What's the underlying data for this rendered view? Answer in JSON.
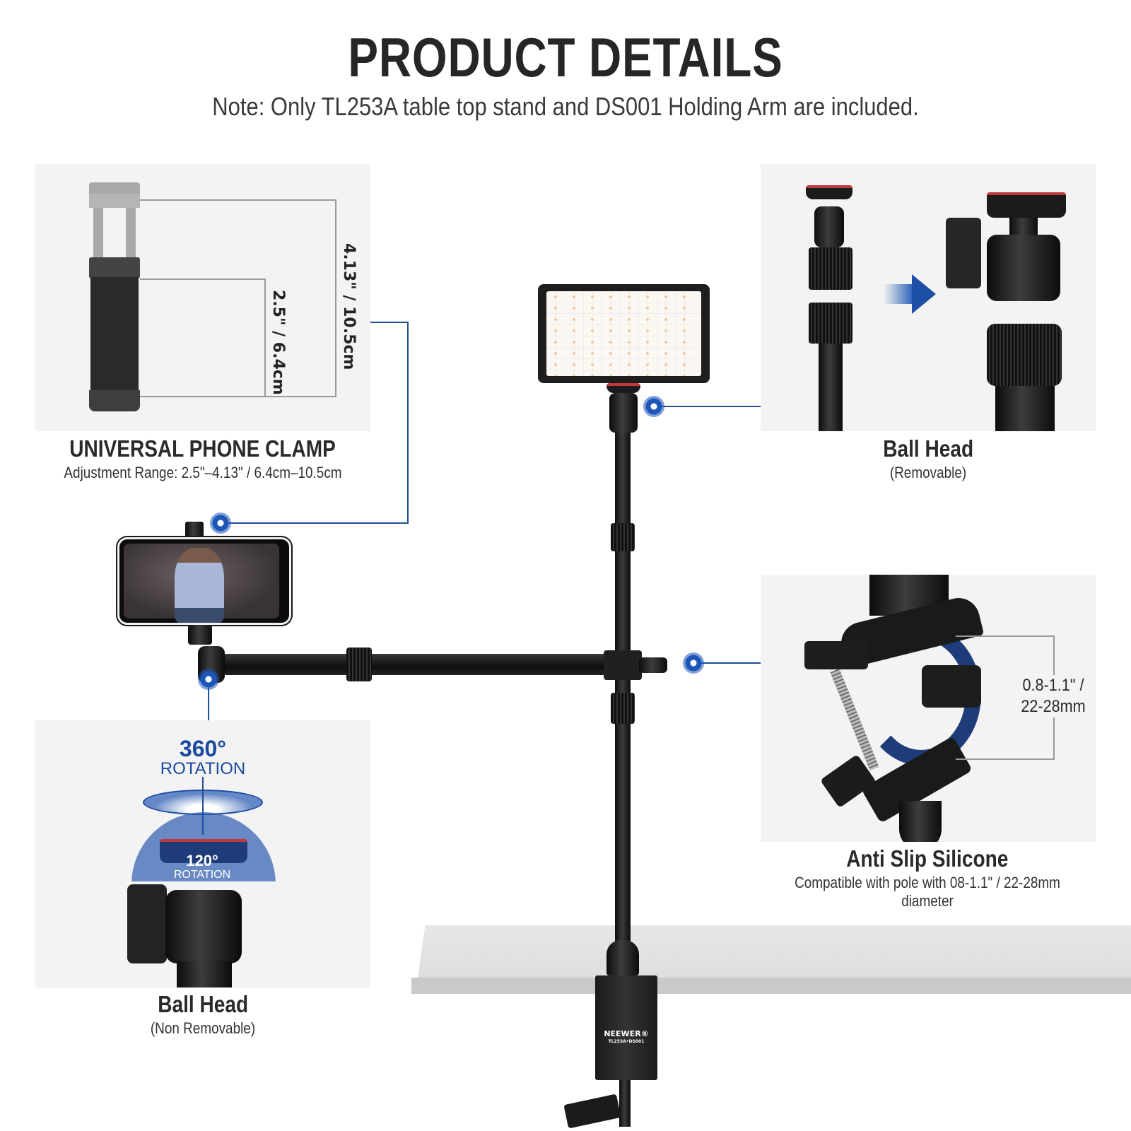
{
  "header": {
    "title": "PRODUCT DETAILS",
    "note": "Note: Only TL253A table top stand and DS001 Holding Arm are included."
  },
  "panels": {
    "phone_clamp": {
      "title": "UNIVERSAL PHONE CLAMP",
      "subtitle": "Adjustment Range: 2.5\"–4.13\" / 6.4cm–10.5cm",
      "dim_small": "2.5\" / 6.4cm",
      "dim_large": "4.13\" / 10.5cm"
    },
    "ball_head_removable": {
      "title": "Ball Head",
      "subtitle": "(Removable)"
    },
    "anti_slip": {
      "title": "Anti Slip Silicone",
      "subtitle": "Compatible with pole with 08-1.1\" / 22-28mm diameter",
      "measure_line1": "0.8-1.1\" /",
      "measure_line2": "22-28mm"
    },
    "ball_head_fixed": {
      "title": "Ball Head",
      "subtitle": "(Non Removable)",
      "rotation_large_deg": "360°",
      "rotation_large_label": "ROTATION",
      "rotation_small_deg": "120°",
      "rotation_small_label": "ROTATION"
    }
  },
  "product": {
    "brand": "NEEWER®",
    "model": "TL253A•DS001"
  },
  "colors": {
    "accent_blue": "#1f4f96",
    "panel_bg": "#f3f3f3",
    "title_text": "#262626"
  },
  "icons": {
    "callout_marker": "blue-ring-dot",
    "direction_arrow": "right-arrow"
  }
}
